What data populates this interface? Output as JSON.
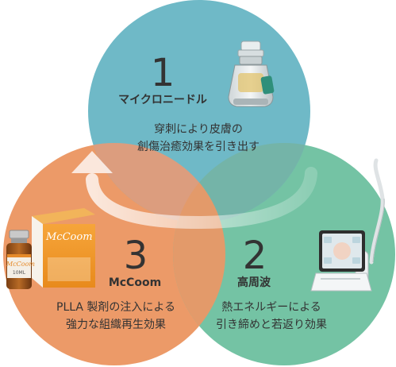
{
  "items": [
    {
      "number": "1",
      "title": "マイクロニードル",
      "desc_line1": "穿刺により皮膚の",
      "desc_line2": "創傷治癒効果を引き出す",
      "color": "#6fb9c7"
    },
    {
      "number": "2",
      "title": "高周波",
      "desc_line1": "熱エネルギーによる",
      "desc_line2": "引き締めと若返り効果",
      "color": "#74c3a4"
    },
    {
      "number": "3",
      "title": "McCoom",
      "desc_line1": "PLLA 製剤の注入による",
      "desc_line2": "強力な組織再生効果",
      "color": "#ec9a68"
    }
  ],
  "product_text": {
    "box_brand": "McCoom",
    "vial_brand": "McCoom",
    "vial_volume": "10ML"
  },
  "colors": {
    "overlap_12": "#74b4a8",
    "overlap_13": "#dc9d7e",
    "overlap_23": "#e39a6a",
    "arrow": "#ffffff",
    "text": "#333333"
  },
  "icons": [
    "microneedle-cartridge-icon",
    "rf-device-icon",
    "mccoom-box-icon",
    "mccoom-vial-icon",
    "cycle-arrow-icon"
  ]
}
